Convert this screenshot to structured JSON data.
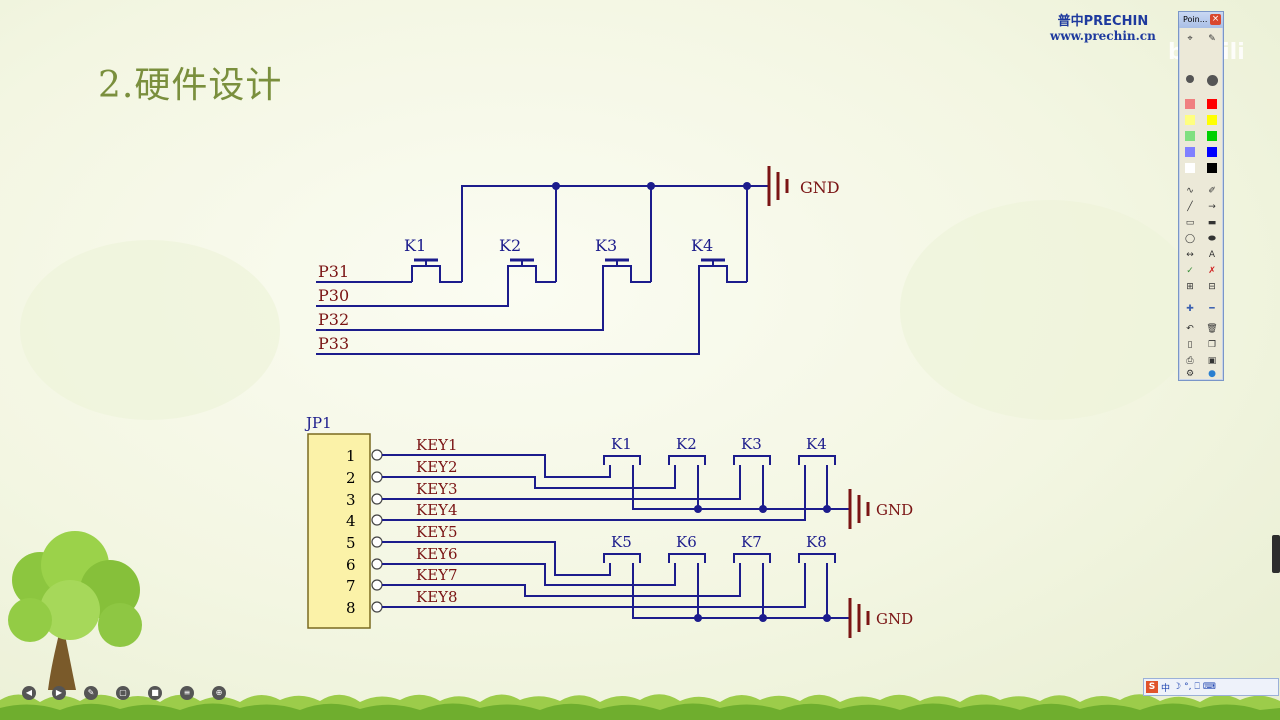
{
  "slide": {
    "title": "2.硬件设计"
  },
  "logo": {
    "line1": "普中PRECHIN",
    "line2": "www.prechin.cn"
  },
  "watermark": "bilibili",
  "schematic1": {
    "gnd_label": "GND",
    "switches": [
      "K1",
      "K2",
      "K3",
      "K4"
    ],
    "pins": [
      "P31",
      "P30",
      "P32",
      "P33"
    ]
  },
  "schematic2": {
    "connector": "JP1",
    "pin_numbers": [
      "1",
      "2",
      "3",
      "4",
      "5",
      "6",
      "7",
      "8"
    ],
    "nets": [
      "KEY1",
      "KEY2",
      "KEY3",
      "KEY4",
      "KEY5",
      "KEY6",
      "KEY7",
      "KEY8"
    ],
    "switches_row1": [
      "K1",
      "K2",
      "K3",
      "K4"
    ],
    "switches_row2": [
      "K5",
      "K6",
      "K7",
      "K8"
    ],
    "gnd_label": "GND"
  },
  "toolbox": {
    "title": "Poin...",
    "colors": [
      "#f08080",
      "#ff0000",
      "#ffff80",
      "#ffff00",
      "#80e080",
      "#00d000",
      "#8080ff",
      "#0000ff",
      "#ffffff",
      "#000000"
    ],
    "icons": [
      "pointer-icon",
      "pen-icon",
      "line-icon",
      "arrow-icon",
      "rectangle-icon",
      "filled-rectangle-icon",
      "ellipse-icon",
      "filled-ellipse-icon",
      "double-arrow-icon",
      "text-icon",
      "check-icon",
      "cross-icon",
      "zoom-in-icon",
      "zoom-out-icon",
      "undo-icon",
      "delete-icon",
      "new-page-icon",
      "copy-icon",
      "print-icon",
      "save-icon",
      "settings-icon",
      "help-icon"
    ],
    "text_tool": "A"
  },
  "ime_bar": {
    "items": [
      "S",
      "中",
      "☽",
      "°,",
      "⎕",
      "⌨"
    ]
  }
}
